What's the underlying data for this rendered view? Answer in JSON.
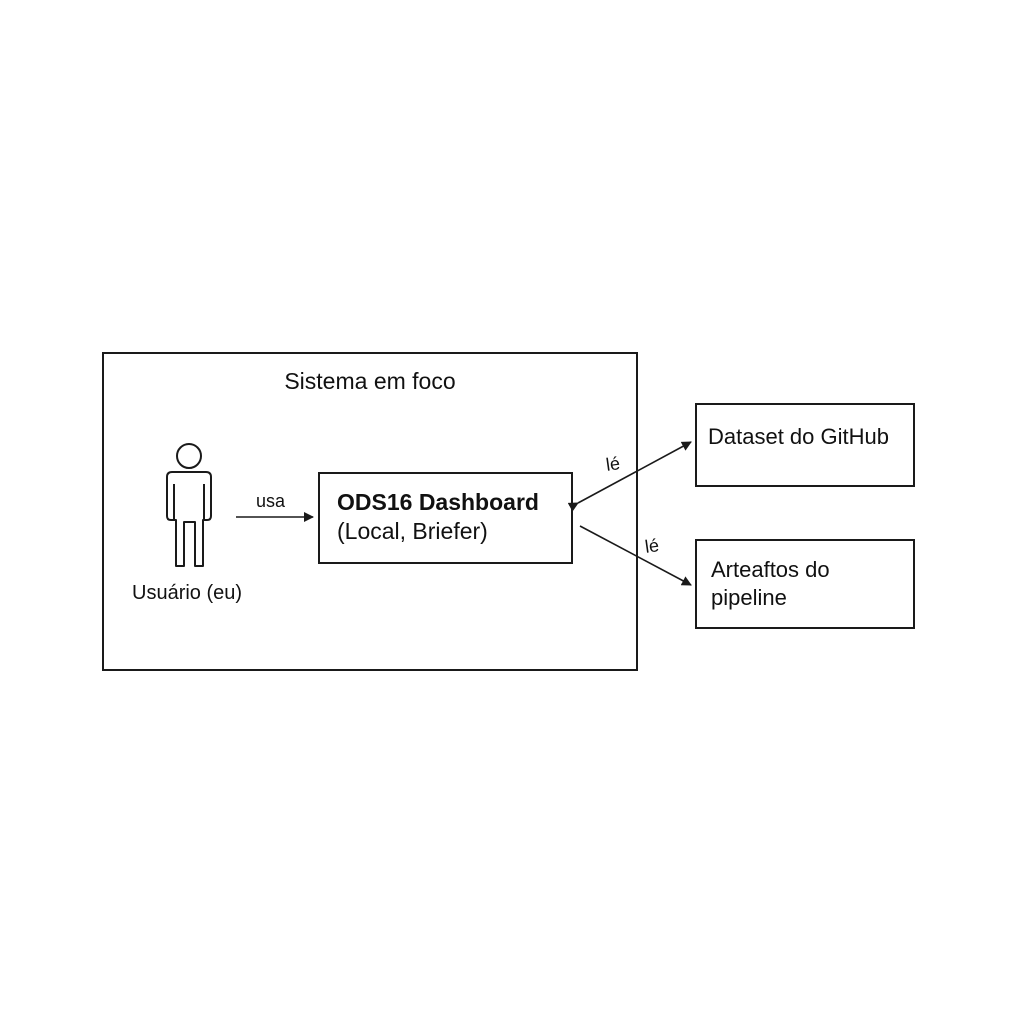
{
  "system": {
    "title": "Sistema em foco"
  },
  "actor": {
    "label": "Usuário (eu)",
    "icon": "person-icon"
  },
  "dashboard": {
    "title": "ODS16 Dashboard",
    "subtitle": "(Local, Briefer)"
  },
  "external": {
    "dataset": "Dataset do GitHub",
    "artefacts": "Arteaftos do pipeline"
  },
  "relations": {
    "uses": "usa",
    "reads_dataset": "lé",
    "reads_artefacts": "lé"
  }
}
